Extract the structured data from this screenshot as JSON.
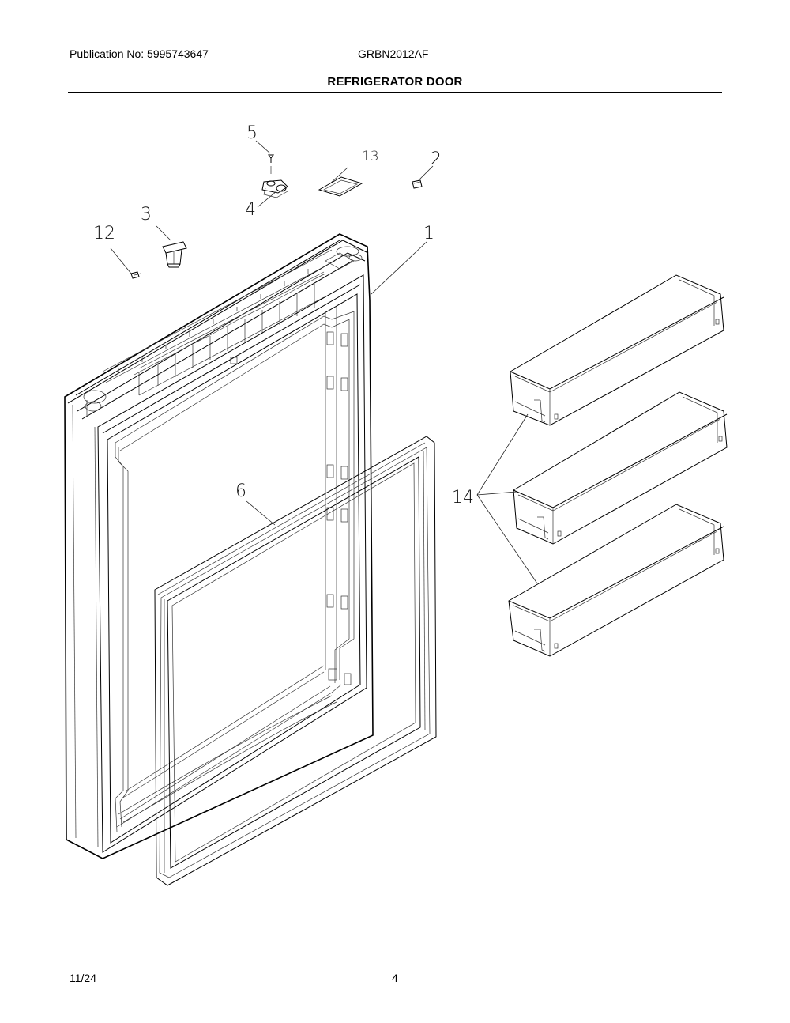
{
  "header": {
    "publication": "Publication No: 5995743647",
    "model": "GRBN2012AF",
    "title": "REFRIGERATOR DOOR"
  },
  "footer": {
    "date": "11/24",
    "page": "4"
  },
  "callouts": {
    "c1": "1",
    "c2": "2",
    "c3": "3",
    "c4": "4",
    "c5": "5",
    "c6": "6",
    "c12": "12",
    "c13": "13",
    "c14": "14"
  }
}
